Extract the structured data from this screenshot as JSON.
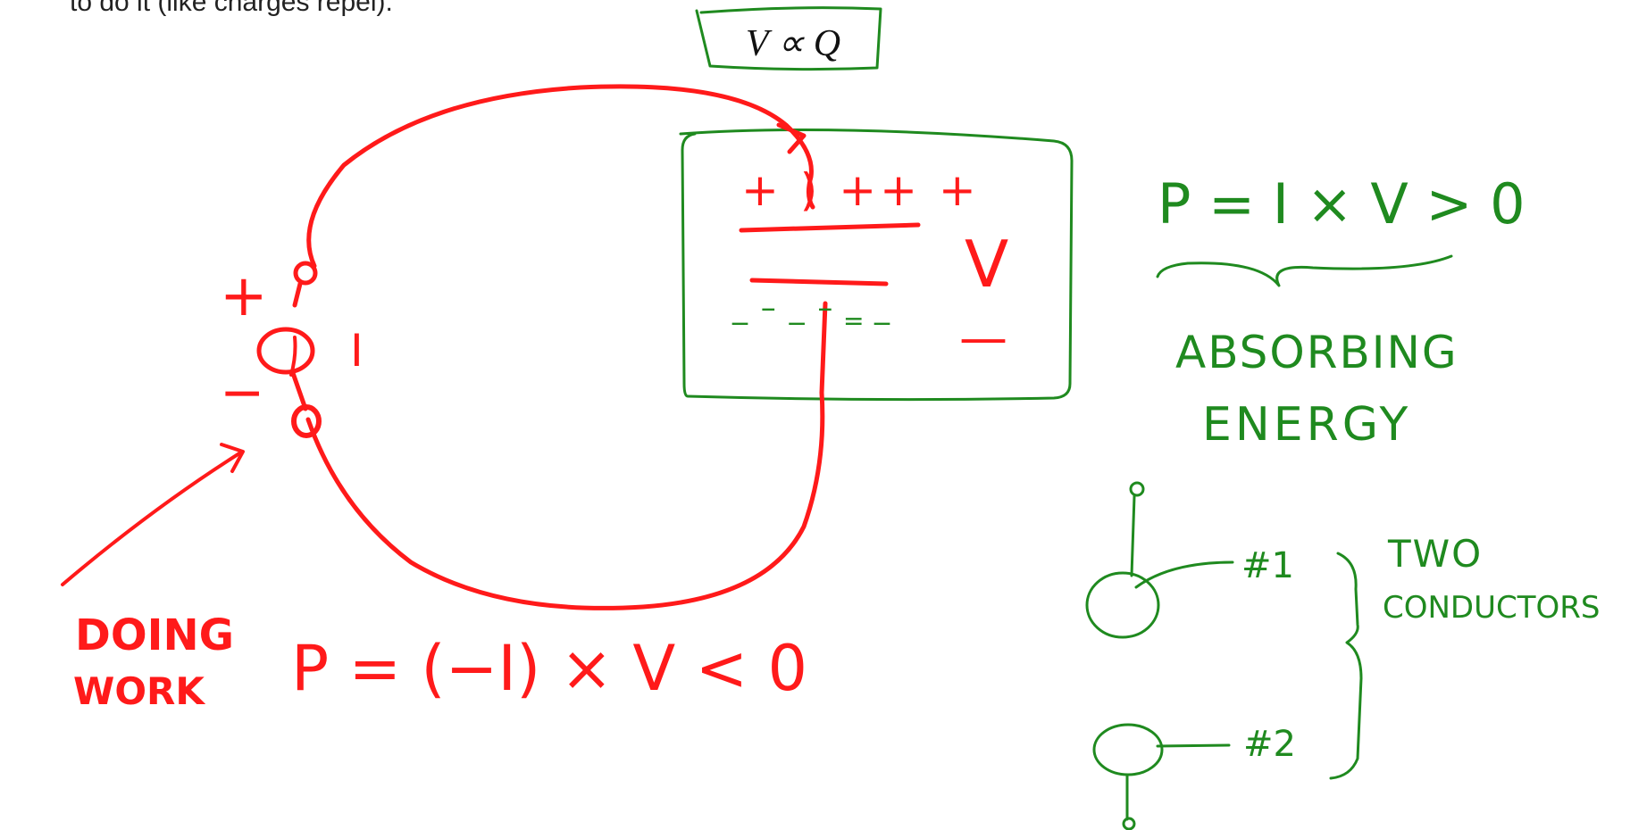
{
  "typed_text": "to do it (like charges repel).",
  "formula_box": "V ∝ Q",
  "colors": {
    "red": "#ff1a1a",
    "green": "#1f8a1f",
    "text": "#222222"
  },
  "source": {
    "plus": "+",
    "minus": "−",
    "current": "I"
  },
  "capacitor": {
    "plus_row": "+ ) ++  +",
    "minus_row": "_ –  _ – ‗ _",
    "voltage": "V",
    "minus": "—"
  },
  "power_absorb": "P = I × V > 0",
  "absorbing_line1": "ABSORBING",
  "absorbing_line2": "ENERGY",
  "doing_work_line1": "DOING",
  "doing_work_line2": "WORK",
  "power_deliver": "P = (−I) × V < 0",
  "conductors": {
    "label1": "#1",
    "label2": "#2",
    "caption_line1": "TWO",
    "caption_line2": "CONDUCTORS"
  }
}
